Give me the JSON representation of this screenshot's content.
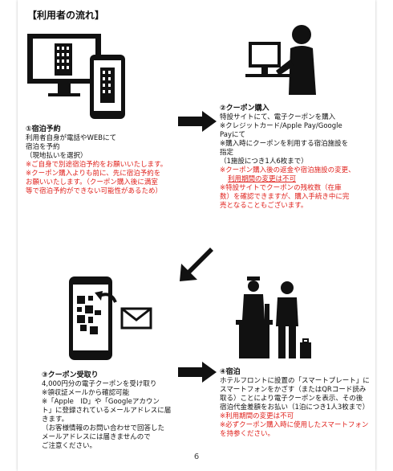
{
  "heading": "【利用者の流れ】",
  "step1": {
    "title": "①宿泊予約",
    "lines": [
      "利用者自身が電話やWEBにて",
      "宿泊を予約",
      "（現地払いを選択）"
    ],
    "red_lines": [
      "※ご自身で別途宿泊予約をお願いいたします。",
      "※クーポン購入よりも前に、先に宿泊予約を",
      "お願いいたします。（クーポン購入後に満室",
      "等で宿泊予約ができない可能性があるため）"
    ]
  },
  "step2": {
    "title": "②クーポン購入",
    "lines": [
      "特設サイトにて、電子クーポンを購入",
      "※クレジットカード/Apple Pay/Google",
      "Payにて",
      "※購入時にクーポンを利用する宿泊施設を",
      "指定",
      "（1施設につき1人6枚まで）"
    ],
    "red_lines": [
      "※クーポン購入後の返金や宿泊施設の変更、",
      "利用期間の変更は不可",
      "※特設サイトでクーポンの残枚数（在庫",
      "数）を確認できますが、購入手続き中に完",
      "売となることもございます。"
    ]
  },
  "step3": {
    "title": "③クーポン受取り",
    "lines": [
      "4,000円分の電子クーポンを受け取り",
      "※領収証メールから確認可能",
      "※「Apple　ID」や「Googleアカウン",
      "ト」に登録されているメールアドレスに届",
      "きます。",
      "（お客様情報のお問い合わせで回答した",
      "メールアドレスには届きませんので",
      "ご注意ください。"
    ]
  },
  "step4": {
    "title": "④宿泊",
    "lines": [
      "ホテルフロントに設置の「スマートプレート」に",
      "スマートフォンをかざす（またはQRコード読み",
      "取る）ことにより電子クーポンを表示、その後",
      "宿泊代金差額をお払い（1泊につき1人3枚まで）"
    ],
    "red_lines": [
      "※利用期間の変更は不可",
      "※必ずクーポン購入時に使用したスマートフォン",
      "を持参ください。"
    ]
  },
  "page_number": "6"
}
